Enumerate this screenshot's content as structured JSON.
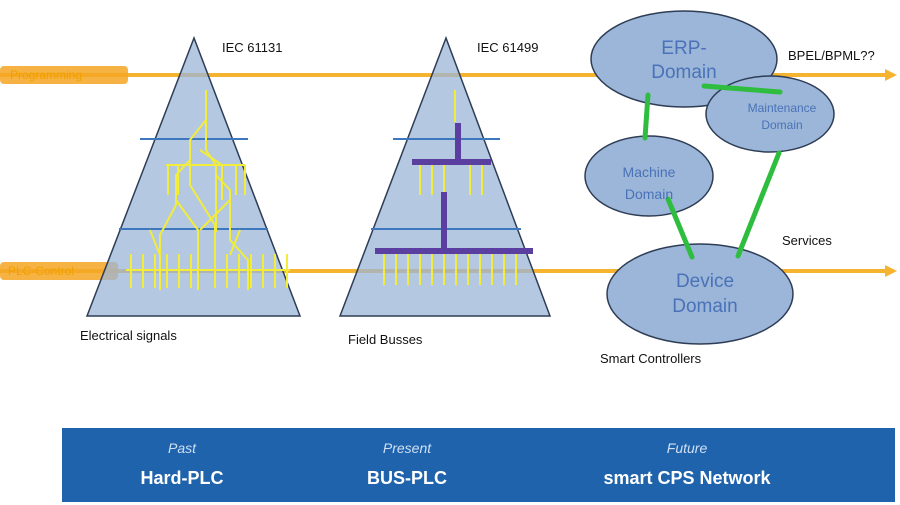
{
  "arrows": {
    "top_label": "Programming",
    "bottom_label": "PLC-Control",
    "color": "#f5a623"
  },
  "pyramids": [
    {
      "standard": "IEC 61131",
      "caption": "Electrical signals"
    },
    {
      "standard": "IEC 61499",
      "caption": "Field Busses"
    }
  ],
  "network": {
    "top_right_label": "BPEL/BPML??",
    "services_label": "Services",
    "caption": "Smart Controllers",
    "domains": {
      "erp": [
        "ERP-",
        "Domain"
      ],
      "maintenance": [
        "Maintenance",
        "Domain"
      ],
      "machine": [
        "Machine",
        "Domain"
      ],
      "device": [
        "Device",
        "Domain"
      ]
    }
  },
  "band": {
    "color": "#1f63ad",
    "columns": [
      {
        "era": "Past",
        "title": "Hard-PLC"
      },
      {
        "era": "Present",
        "title": "BUS-PLC"
      },
      {
        "era": "Future",
        "title": "smart CPS Network"
      }
    ]
  }
}
